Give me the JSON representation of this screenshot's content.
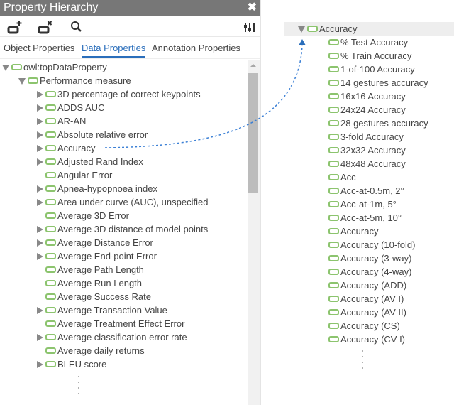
{
  "panel": {
    "title": "Property Hierarchy",
    "close_icon": "close-icon",
    "toolbar": {
      "add_subproperty": "add-subproperty-icon",
      "delete_property": "delete-property-icon",
      "search": "search-icon",
      "settings": "settings-sliders-icon"
    },
    "tabs": [
      {
        "label": "Object Properties",
        "active": false
      },
      {
        "label": "Data Properties",
        "active": true
      },
      {
        "label": "Annotation Properties",
        "active": false
      }
    ]
  },
  "tree": {
    "root": {
      "label": "owl:topDataProperty",
      "expanded": true
    },
    "parent": {
      "label": "Performance measure",
      "expanded": true
    },
    "children": [
      {
        "label": "3D percentage of correct keypoints",
        "has_children": true
      },
      {
        "label": "ADDS AUC",
        "has_children": true
      },
      {
        "label": "AR-AN",
        "has_children": true
      },
      {
        "label": "Absolute relative error",
        "has_children": true
      },
      {
        "label": "Accuracy",
        "has_children": true
      },
      {
        "label": "Adjusted Rand Index",
        "has_children": true
      },
      {
        "label": "Angular Error",
        "has_children": false
      },
      {
        "label": "Apnea-hypopnoea index",
        "has_children": true
      },
      {
        "label": "Area under curve (AUC), unspecified",
        "has_children": true
      },
      {
        "label": "Average 3D Error",
        "has_children": false
      },
      {
        "label": "Average 3D distance of model points",
        "has_children": true
      },
      {
        "label": "Average Distance Error",
        "has_children": true
      },
      {
        "label": "Average End-point Error",
        "has_children": true
      },
      {
        "label": "Average Path Length",
        "has_children": false
      },
      {
        "label": "Average Run Length",
        "has_children": false
      },
      {
        "label": "Average Success Rate",
        "has_children": false
      },
      {
        "label": "Average Transaction Value",
        "has_children": true
      },
      {
        "label": "Average Treatment Effect Error",
        "has_children": false
      },
      {
        "label": "Average classification error rate",
        "has_children": true
      },
      {
        "label": "Average daily returns",
        "has_children": false
      },
      {
        "label": "BLEU score",
        "has_children": true
      }
    ]
  },
  "expanded_detail": {
    "parent": {
      "label": "Accuracy",
      "expanded": true
    },
    "children": [
      "% Test Accuracy",
      "% Train Accuracy",
      "1-of-100 Accuracy",
      "14 gestures accuracy",
      "16x16 Accuracy",
      "24x24 Accuracy",
      "28 gestures accuracy",
      "3-fold Accuracy",
      "32x32 Accuracy",
      "48x48 Accuracy",
      "Acc",
      "Acc-at-0.5m, 2°",
      "Acc-at-1m, 5°",
      "Acc-at-5m, 10°",
      "Accuracy",
      "Accuracy (10-fold)",
      "Accuracy (3-way)",
      "Accuracy (4-way)",
      "Accuracy (ADD)",
      "Accuracy (AV I)",
      "Accuracy (AV II)",
      "Accuracy (CS)",
      "Accuracy (CV I)"
    ]
  },
  "colors": {
    "titlebar": "#777777",
    "accent": "#2a6ebb",
    "property_icon": "#8cc46e",
    "connector": "#3a7fd5"
  }
}
